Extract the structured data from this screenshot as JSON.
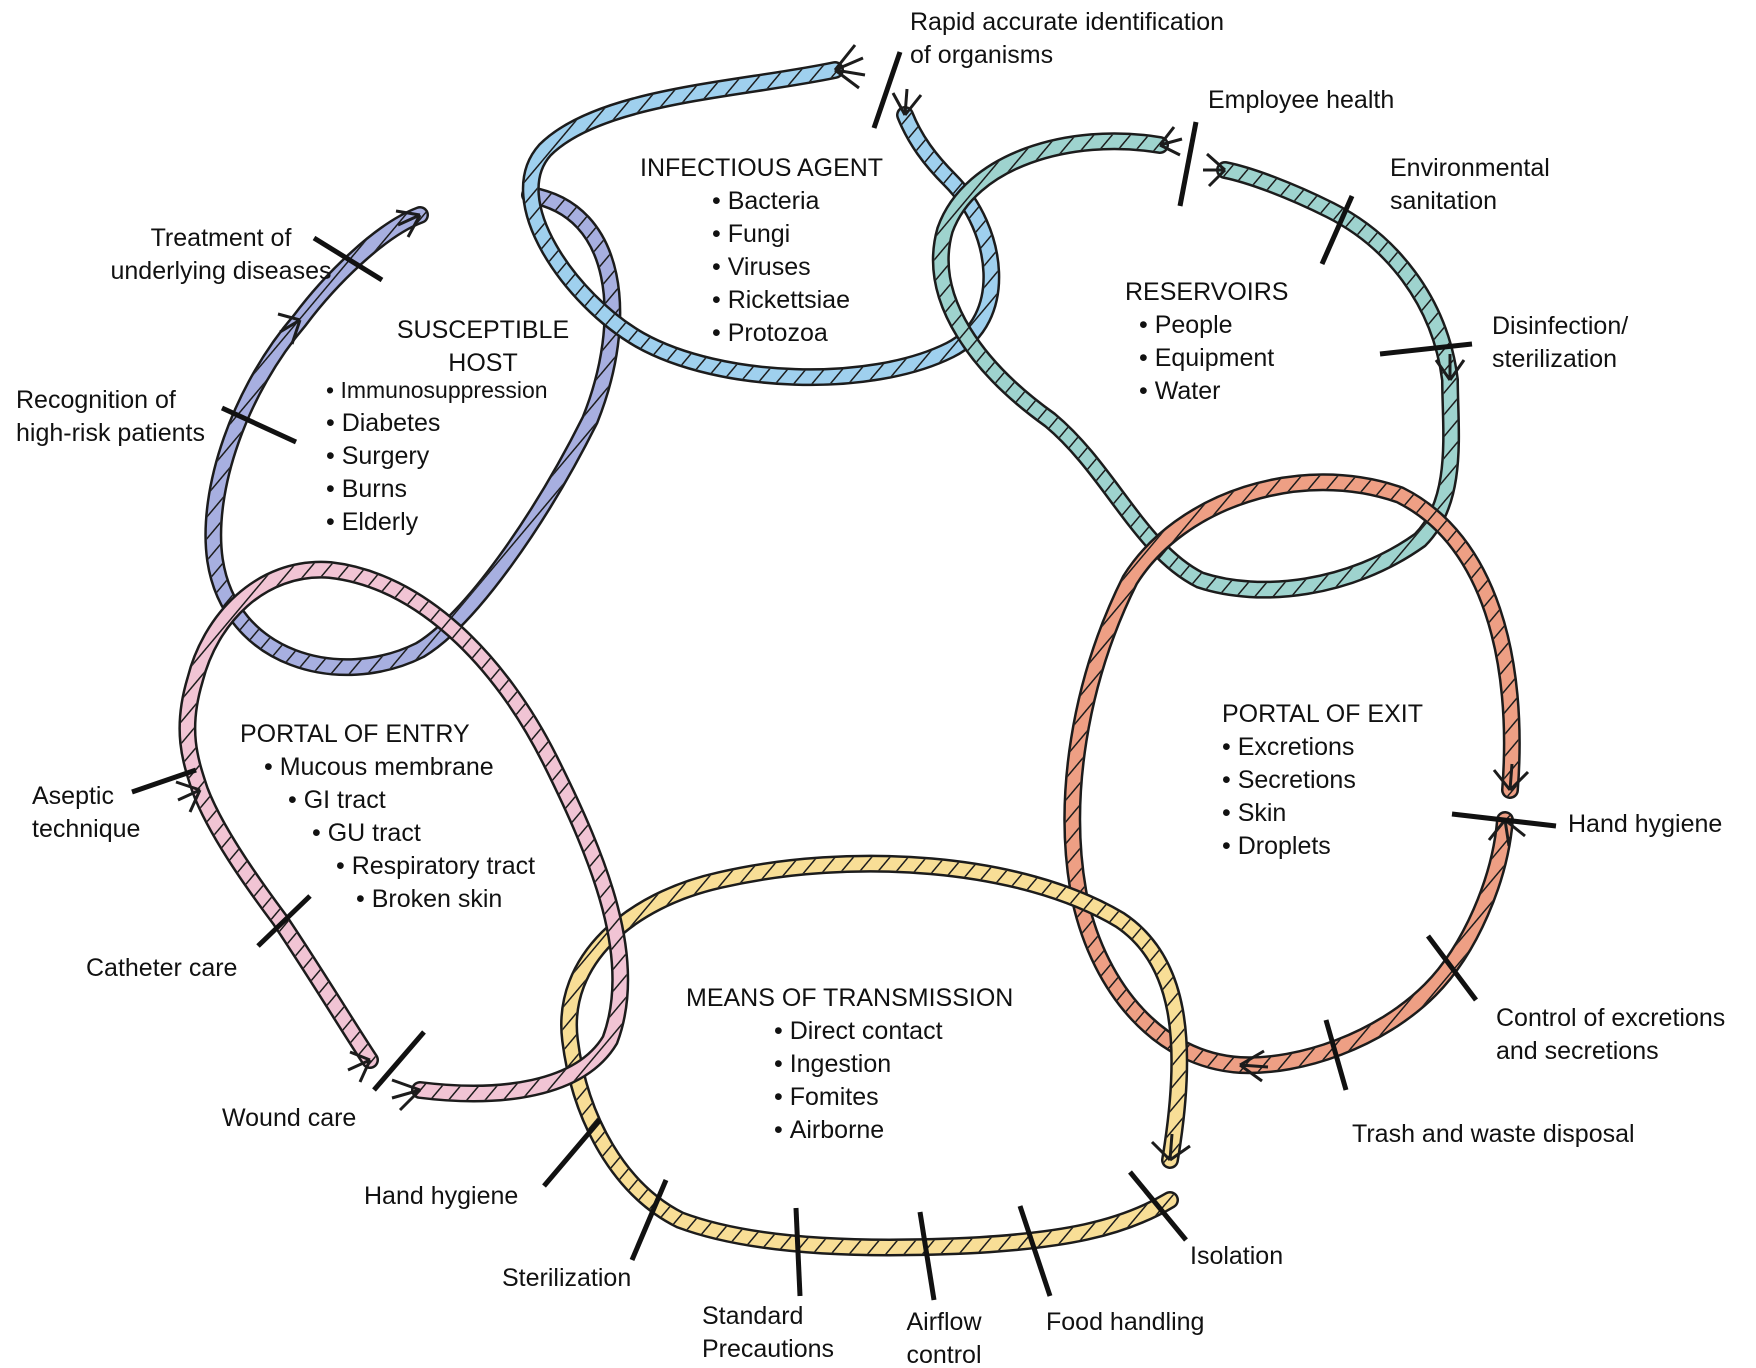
{
  "colors": {
    "infectious_agent": "#9fd0ee",
    "reservoirs": "#9ed3ce",
    "portal_of_exit": "#ee9f84",
    "means_of_transmission": "#f8de96",
    "portal_of_entry": "#f1c4d4",
    "susceptible_host": "#a7afe0",
    "outline": "#1c1c1c",
    "bar": "#111111"
  },
  "links": {
    "infectious_agent": {
      "title": "INFECTIOUS AGENT",
      "items": [
        "Bacteria",
        "Fungi",
        "Viruses",
        "Rickettsiae",
        "Protozoa"
      ]
    },
    "reservoirs": {
      "title": "RESERVOIRS",
      "items": [
        "People",
        "Equipment",
        "Water"
      ]
    },
    "portal_of_exit": {
      "title": "PORTAL OF EXIT",
      "items": [
        "Excretions",
        "Secretions",
        "Skin",
        "Droplets"
      ]
    },
    "means_of_transmission": {
      "title": "MEANS OF TRANSMISSION",
      "items": [
        "Direct contact",
        "Ingestion",
        "Fomites",
        "Airborne"
      ]
    },
    "portal_of_entry": {
      "title": "PORTAL OF ENTRY",
      "items": [
        "Mucous membrane",
        "GI tract",
        "GU tract",
        "Respiratory tract",
        "Broken skin"
      ]
    },
    "susceptible_host": {
      "title_line1": "SUSCEPTIBLE",
      "title_line2": "HOST",
      "items": [
        "Immunosuppression",
        "Diabetes",
        "Surgery",
        "Burns",
        "Elderly"
      ]
    }
  },
  "interventions": {
    "rapid_identification": [
      "Rapid accurate identification",
      "of organisms"
    ],
    "employee_health": "Employee health",
    "environmental_sanitation": [
      "Environmental",
      "sanitation"
    ],
    "disinfection": [
      "Disinfection/",
      "sterilization"
    ],
    "hand_hygiene_exit": "Hand hygiene",
    "control_excretions": [
      "Control of excretions",
      "and secretions"
    ],
    "trash_disposal": "Trash and waste disposal",
    "isolation": "Isolation",
    "food_handling": "Food handling",
    "airflow_control": [
      "Airflow",
      "control"
    ],
    "standard_precautions": [
      "Standard",
      "Precautions"
    ],
    "sterilization": "Sterilization",
    "hand_hygiene_entry": "Hand hygiene",
    "wound_care": "Wound care",
    "catheter_care": "Catheter care",
    "aseptic_technique": [
      "Aseptic",
      "technique"
    ],
    "recognition_high_risk": [
      "Recognition of",
      "high-risk patients"
    ],
    "treatment_underlying": [
      "Treatment of",
      "underlying diseases"
    ]
  }
}
